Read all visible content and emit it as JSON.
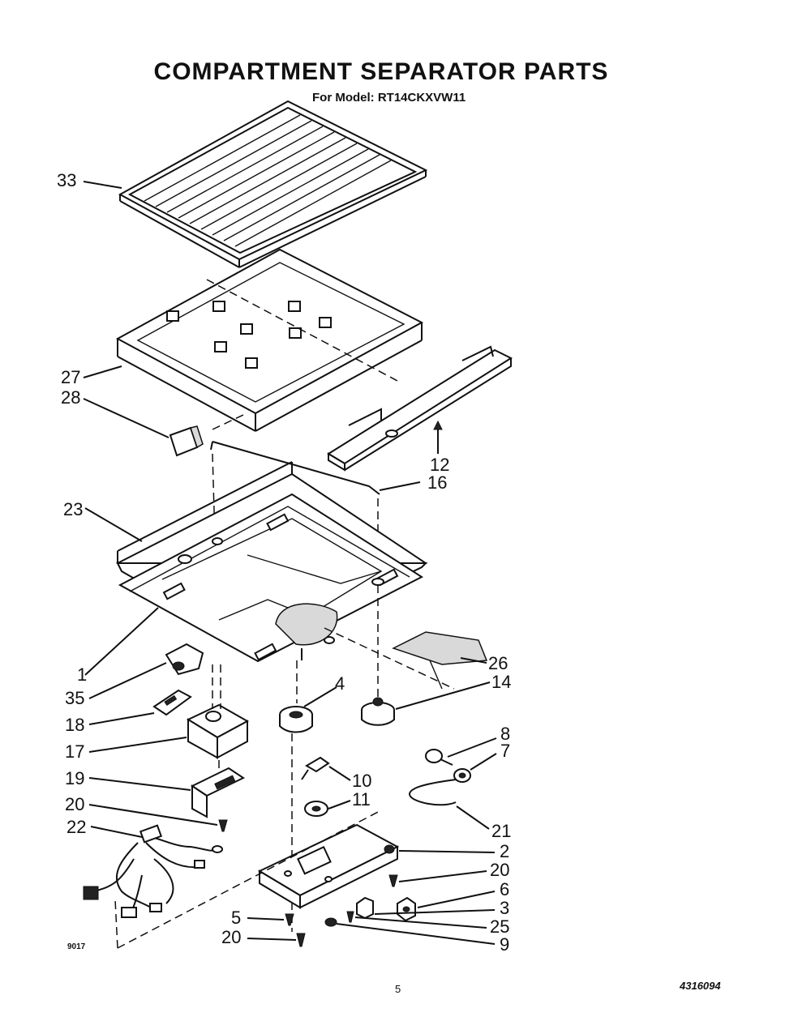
{
  "header": {
    "title": "COMPARTMENT SEPARATOR PARTS",
    "subtitle": "For Model: RT14CKXVW11"
  },
  "callouts": {
    "c33": "33",
    "c27": "27",
    "c28": "28",
    "c23": "23",
    "c12": "12",
    "c16": "16",
    "c1": "1",
    "c35": "35",
    "c18": "18",
    "c17": "17",
    "c19": "19",
    "c20a": "20",
    "c22": "22",
    "c4": "4",
    "c26": "26",
    "c14": "14",
    "c8": "8",
    "c7": "7",
    "c10": "10",
    "c11": "11",
    "c21": "21",
    "c2": "2",
    "c20b": "20",
    "c6": "6",
    "c3": "3",
    "c25": "25",
    "c9": "9",
    "c5": "5",
    "c20c": "20"
  },
  "footer": {
    "figure_code": "9017",
    "page_number": "5",
    "document_number": "4316094"
  }
}
